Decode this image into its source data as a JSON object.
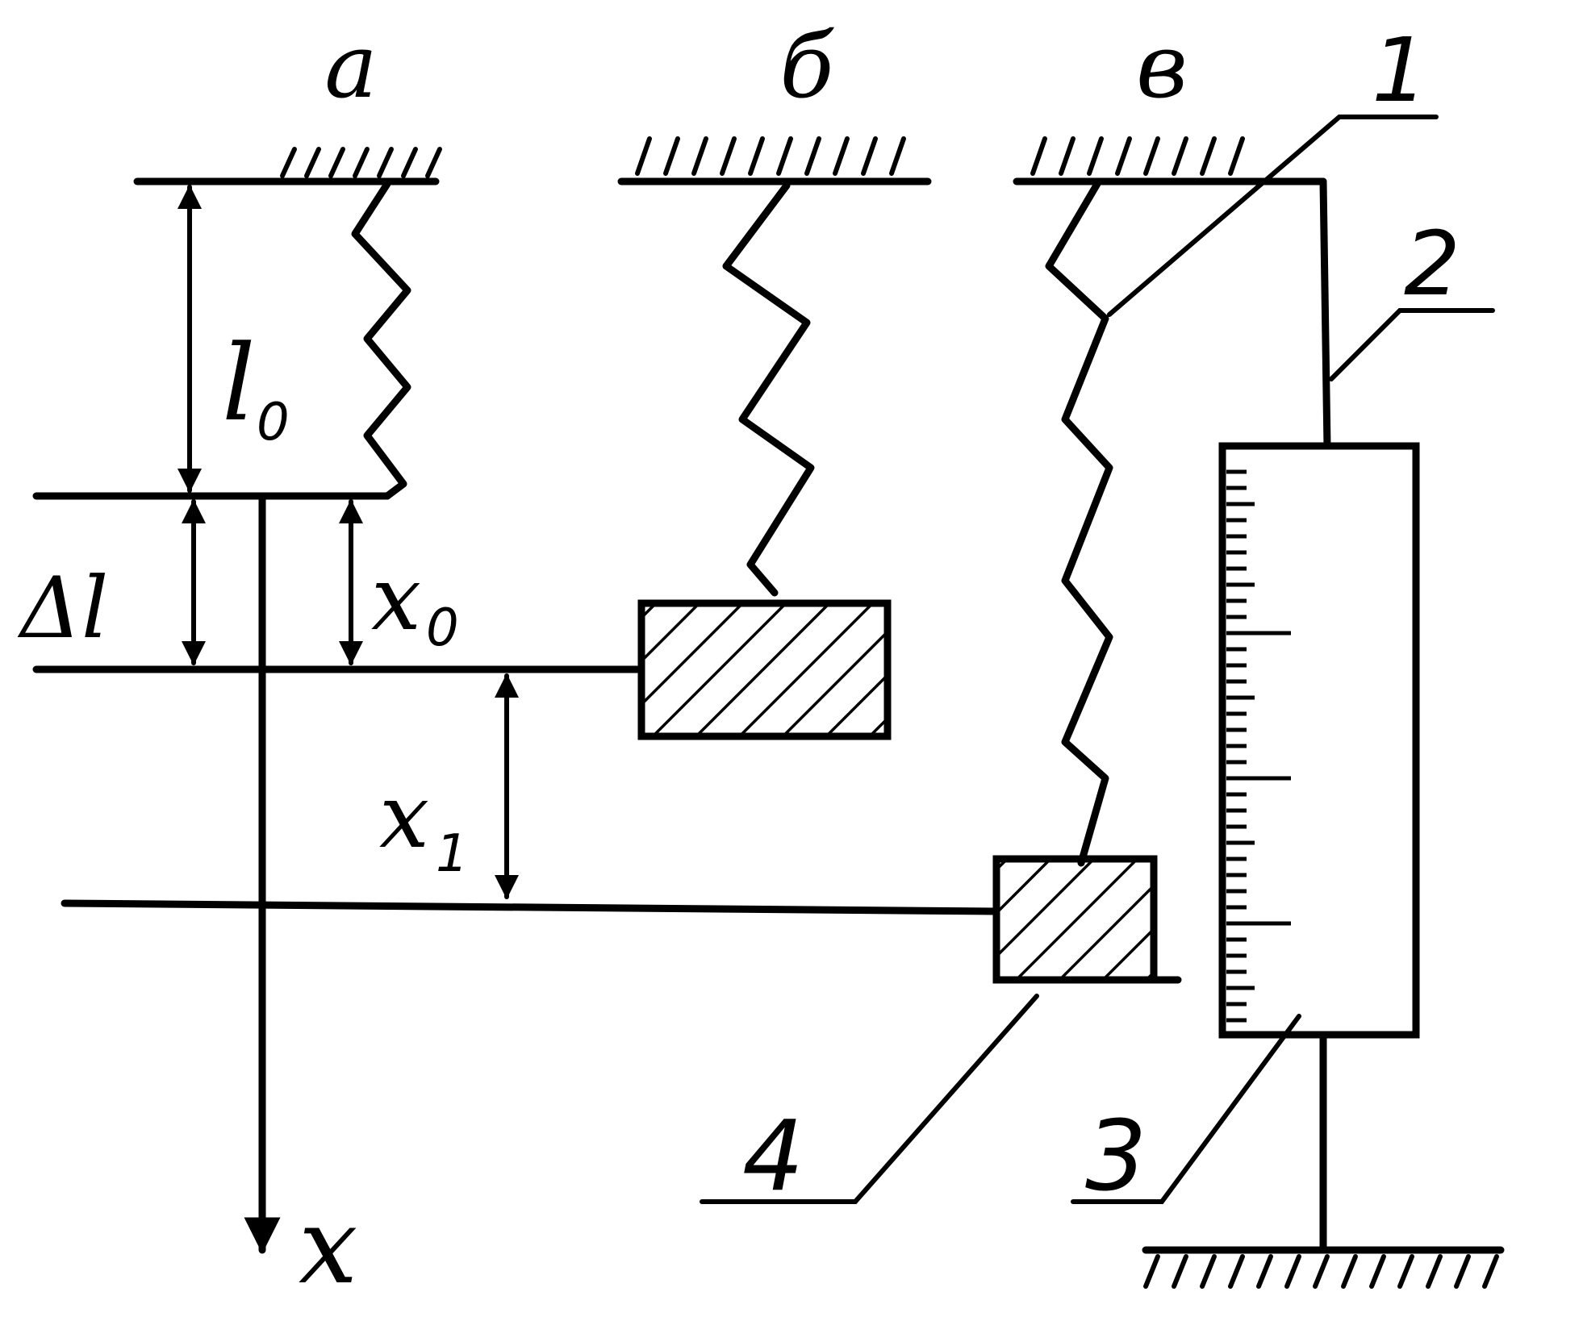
{
  "labels": {
    "panel_a": "a",
    "panel_b": "б",
    "panel_v": "в",
    "l0": "l",
    "l0_sub": "0",
    "delta_l": "Δl",
    "x0": "x",
    "x0_sub": "0",
    "x1": "x",
    "x1_sub": "1",
    "x_axis": "x",
    "part_1": "1",
    "part_2": "2",
    "part_3": "3",
    "part_4": "4"
  }
}
